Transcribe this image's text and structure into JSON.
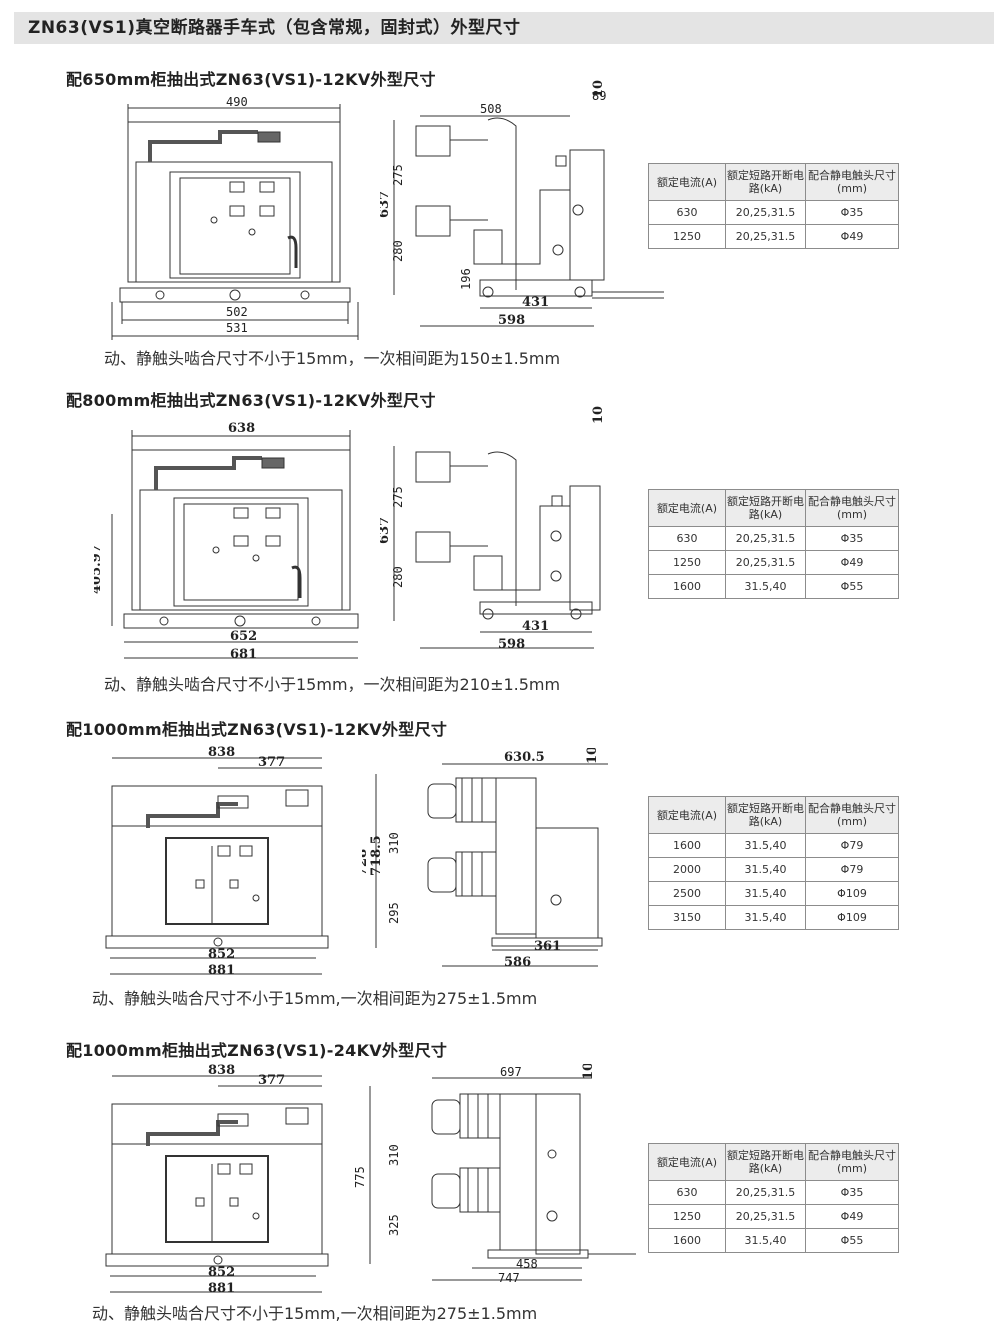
{
  "header": {
    "title": "ZN63(VS1)真空断路器手车式（包含常规，固封式）外型尺寸"
  },
  "sections": [
    {
      "title": "配650mm柜抽出式ZN63(VS1)-12KV外型尺寸",
      "note": "动、静触头啮合尺寸不小于15mm，一次相间距为150±1.5mm",
      "front_dims": {
        "top": "490",
        "bottom1": "502",
        "bottom2": "531"
      },
      "side_dims": {
        "top": "508",
        "top_small": "89",
        "right_top": "10",
        "height": "637",
        "upper": "275",
        "lower": "280",
        "low_small": "196",
        "bottom1": "431",
        "bottom2": "598"
      },
      "table": {
        "headers": [
          "额定电流(A)",
          "额定短路开断电路(kA)",
          "配合静电触头尺寸(mm)"
        ],
        "rows": [
          [
            "630",
            "20,25,31.5",
            "Φ35"
          ],
          [
            "1250",
            "20,25,31.5",
            "Φ49"
          ]
        ]
      }
    },
    {
      "title": "配800mm柜抽出式ZN63(VS1)-12KV外型尺寸",
      "note": "动、静触头啮合尺寸不小于15mm，一次相间距为210±1.5mm",
      "front_dims": {
        "top": "638",
        "side_left": "405.97",
        "bottom1": "652",
        "bottom2": "681"
      },
      "side_dims": {
        "right_top": "10",
        "height": "637",
        "upper": "275",
        "lower": "280",
        "bottom1": "431",
        "bottom2": "598"
      },
      "table": {
        "headers": [
          "额定电流(A)",
          "额定短路开断电路(kA)",
          "配合静电触头尺寸(mm)"
        ],
        "rows": [
          [
            "630",
            "20,25,31.5",
            "Φ35"
          ],
          [
            "1250",
            "20,25,31.5",
            "Φ49"
          ],
          [
            "1600",
            "31.5,40",
            "Φ55"
          ]
        ]
      }
    },
    {
      "title": "配1000mm柜抽出式ZN63(VS1)-12KV外型尺寸",
      "note": "动、静触头啮合尺寸不小于15mm,一次相间距为275±1.5mm",
      "front_dims": {
        "top": "838",
        "top_right": "377",
        "bottom1": "852",
        "bottom2": "881"
      },
      "side_dims": {
        "top": "630.5",
        "right_top": "10",
        "height1": "728",
        "height2": "718.5",
        "upper": "310",
        "lower": "295",
        "bottom1": "361",
        "bottom2": "586"
      },
      "table": {
        "headers": [
          "额定电流(A)",
          "额定短路开断电路(kA)",
          "配合静电触头尺寸(mm)"
        ],
        "rows": [
          [
            "1600",
            "31.5,40",
            "Φ79"
          ],
          [
            "2000",
            "31.5,40",
            "Φ79"
          ],
          [
            "2500",
            "31.5,40",
            "Φ109"
          ],
          [
            "3150",
            "31.5,40",
            "Φ109"
          ]
        ]
      }
    },
    {
      "title": "配1000mm柜抽出式ZN63(VS1)-24KV外型尺寸",
      "note": "动、静触头啮合尺寸不小于15mm,一次相间距为275±1.5mm",
      "front_dims": {
        "top": "838",
        "top_right": "377",
        "bottom1": "852",
        "bottom2": "881"
      },
      "side_dims": {
        "top": "697",
        "right_top": "10",
        "height": "775",
        "upper": "310",
        "lower": "325",
        "bottom1": "458",
        "bottom2": "747"
      },
      "table": {
        "headers": [
          "额定电流(A)",
          "额定短路开断电路(kA)",
          "配合静电触头尺寸(mm)"
        ],
        "rows": [
          [
            "630",
            "20,25,31.5",
            "Φ35"
          ],
          [
            "1250",
            "20,25,31.5",
            "Φ49"
          ],
          [
            "1600",
            "31.5,40",
            "Φ55"
          ]
        ]
      }
    }
  ]
}
